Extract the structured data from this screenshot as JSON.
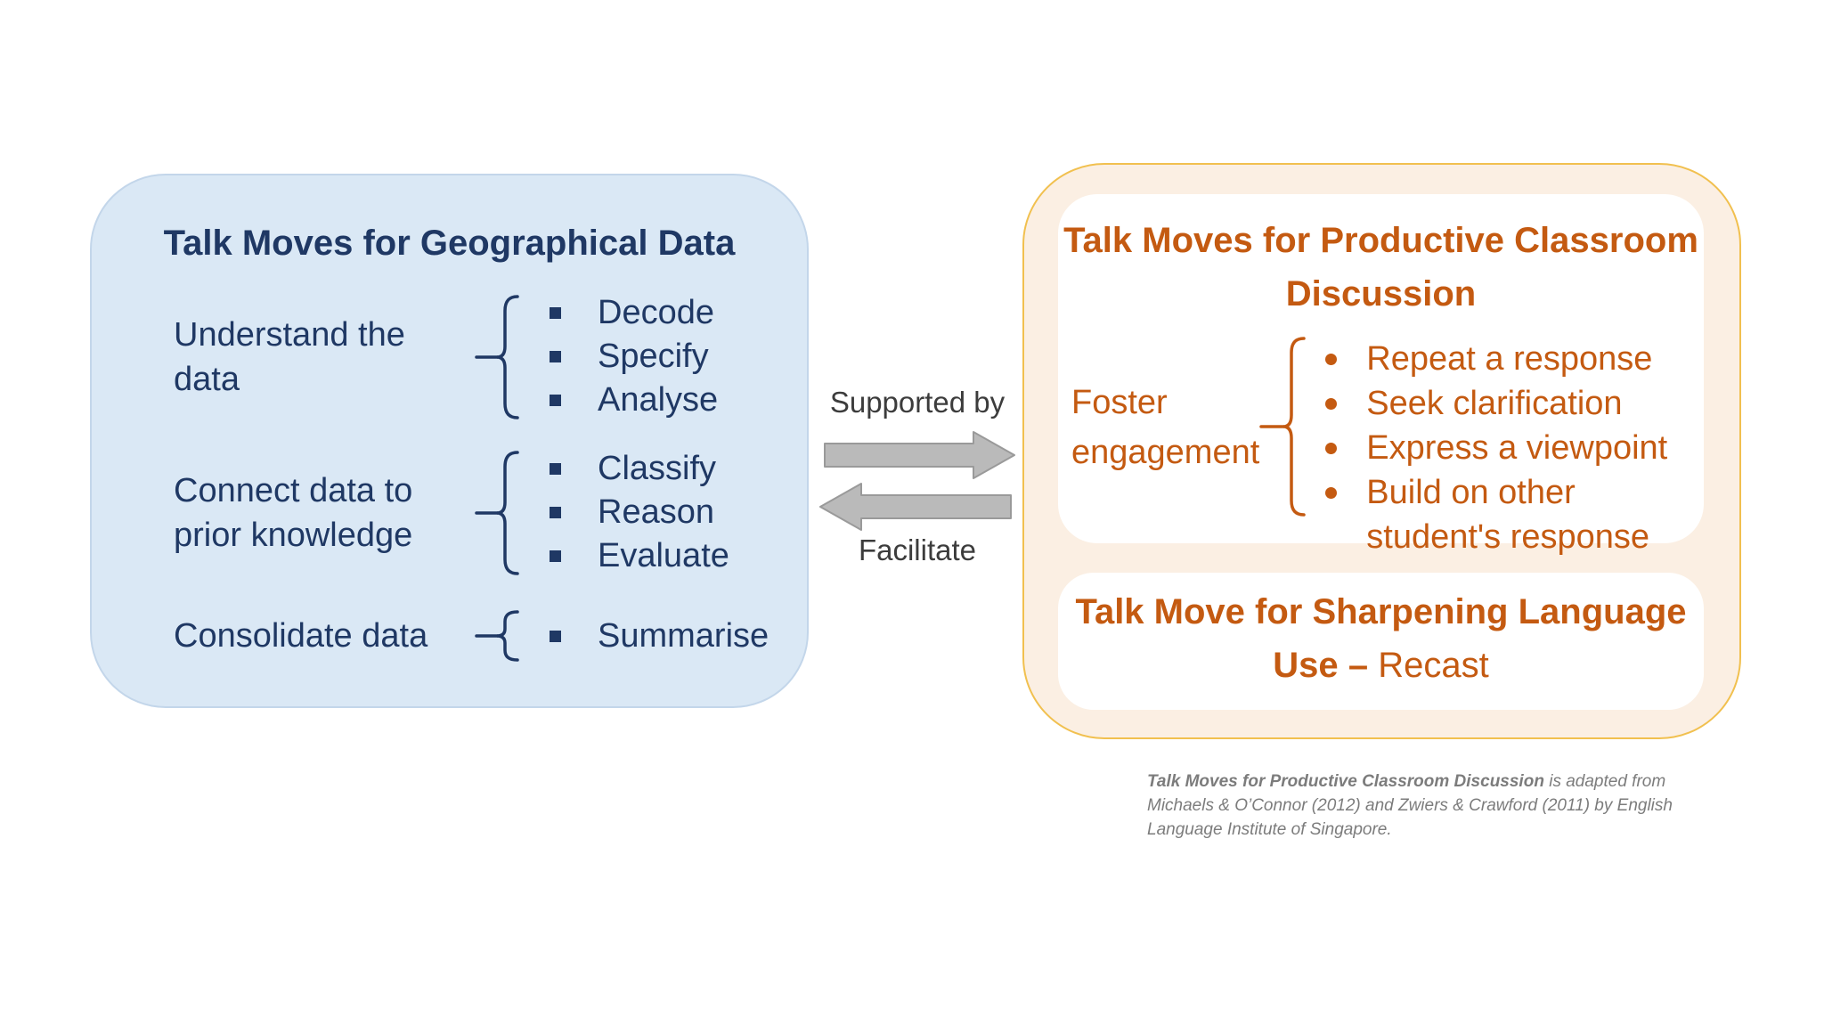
{
  "slide": {
    "left_panel": {
      "title": "Talk Moves for Geographical Data",
      "groups": [
        {
          "label": "Understand the data",
          "items": [
            "Decode",
            "Specify",
            "Analyse"
          ]
        },
        {
          "label": "Connect data to prior knowledge",
          "items": [
            "Classify",
            "Reason",
            "Evaluate"
          ]
        },
        {
          "label": "Consolidate data",
          "items": [
            "Summarise"
          ]
        }
      ]
    },
    "connector": {
      "top_label": "Supported by",
      "bottom_label": "Facilitate"
    },
    "right_panel": {
      "discussion_box": {
        "title": "Talk Moves for Productive Classroom Discussion",
        "group_label": "Foster engagement",
        "items": [
          "Repeat a response",
          "Seek clarification",
          "Express a viewpoint",
          "Build on other student's response"
        ]
      },
      "sharpening_box": {
        "title_bold": "Talk Move for Sharpening Language Use",
        "dash": "–",
        "title_regular": "Recast"
      }
    },
    "footnote": {
      "bold_text": "Talk Moves for Productive Classroom Discussion",
      "regular_text": " is adapted from Michaels & O’Connor (2012) and Zwiers & Crawford (2011) by English Language Institute of Singapore."
    },
    "colors": {
      "navy_text": "#1F3864",
      "panel_blue": "#DAE8F5",
      "orange_text": "#C45A11",
      "panel_cream": "#FBEFE3",
      "gold_border": "#F1C04F",
      "arrow_fill": "#BABABA",
      "arrow_stroke": "#9A9A9A",
      "connector_text": "#3C3C3C",
      "footnote_gray": "#7C7C7C"
    }
  }
}
